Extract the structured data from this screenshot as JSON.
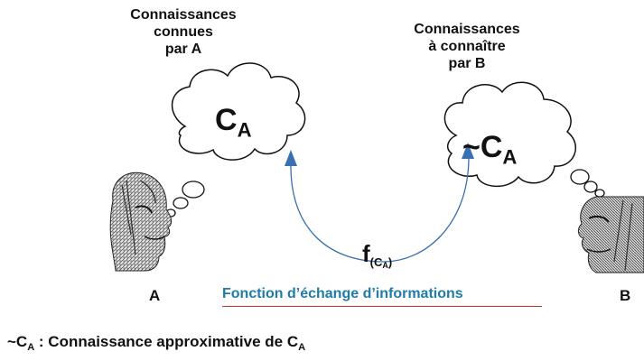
{
  "knowledge_a": {
    "line1": "Connaissances",
    "line2": "connues",
    "line3": "par A"
  },
  "knowledge_b": {
    "line1": "Connaissances",
    "line2": "à connaître",
    "line3": "par B"
  },
  "cloud_a": {
    "main": "C",
    "sub": "A"
  },
  "cloud_b": {
    "main": "~C",
    "sub": "A"
  },
  "function_label": {
    "main": "f",
    "open": "(",
    "inner": "C",
    "inner_sub": "A",
    "close": ")"
  },
  "function_title": "Fonction d’échange d’informations",
  "person_a": "A",
  "person_b": "B",
  "legend": {
    "term": "~C",
    "term_sub": "A",
    "text": " : Connaissance approximative de C",
    "text_sub": "A"
  },
  "colors": {
    "arrow": "#3a6fb0",
    "function_title": "#1f7ba8",
    "underline": "#c0392b"
  }
}
